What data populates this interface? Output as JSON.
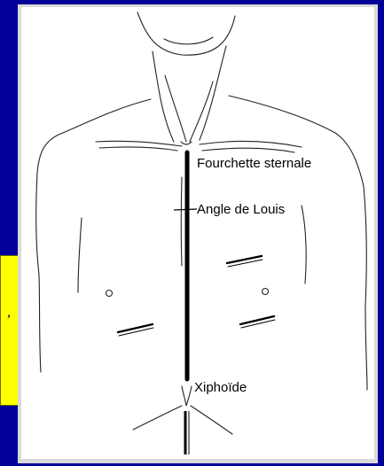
{
  "side_box": {
    "text": ","
  },
  "labels": {
    "fourchette": "Fourchette sternale",
    "angle": "Angle de Louis",
    "xiphoide": "Xiphoïde"
  },
  "colors": {
    "background": "#000099",
    "side_box": "#ffff00",
    "panel": "#ffffff",
    "ink": "#000000"
  }
}
